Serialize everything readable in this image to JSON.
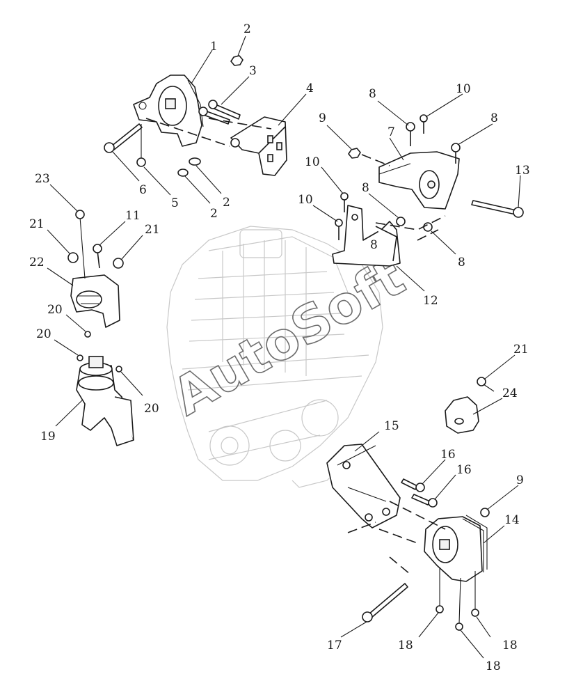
{
  "watermark": "AutoSoft",
  "callouts": [
    "1",
    "2",
    "3",
    "4",
    "2",
    "2",
    "5",
    "6",
    "8",
    "10",
    "9",
    "7",
    "8",
    "13",
    "10",
    "8",
    "10",
    "8",
    "8",
    "12",
    "23",
    "11",
    "21",
    "21",
    "22",
    "20",
    "20",
    "20",
    "19",
    "21",
    "24",
    "15",
    "16",
    "16",
    "9",
    "14",
    "17",
    "18",
    "18",
    "18"
  ]
}
